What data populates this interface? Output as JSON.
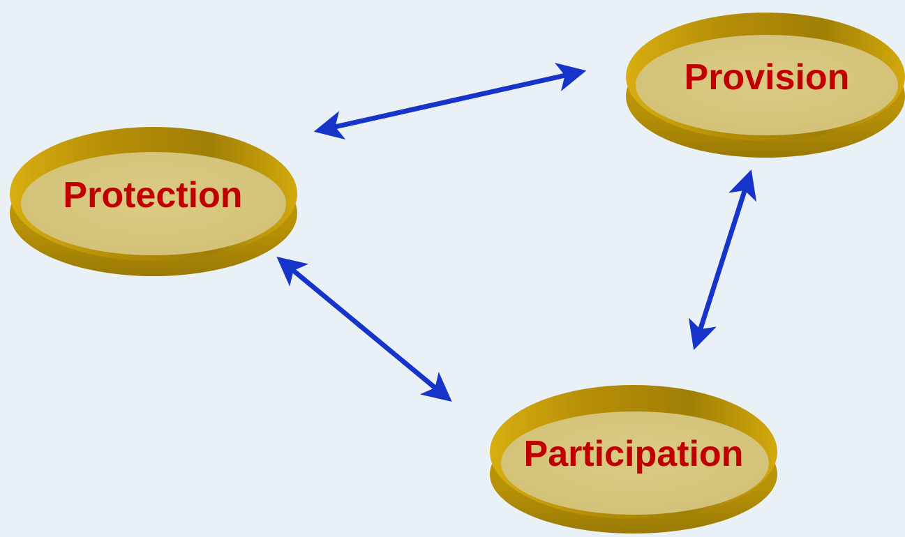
{
  "diagram": {
    "background_color": "#e9f1f7",
    "arrow_color": "#1634c9",
    "label_color": "#c00000",
    "dish_rim_color": "#c9a106",
    "dish_inner_color": "#d6c67c",
    "nodes": [
      {
        "id": "provision",
        "label": "Provision"
      },
      {
        "id": "protection",
        "label": "Protection"
      },
      {
        "id": "participation",
        "label": "Participation"
      }
    ],
    "edges": [
      {
        "from": "protection",
        "to": "provision",
        "direction": "both"
      },
      {
        "from": "provision",
        "to": "participation",
        "direction": "both"
      },
      {
        "from": "protection",
        "to": "participation",
        "direction": "both"
      }
    ]
  }
}
